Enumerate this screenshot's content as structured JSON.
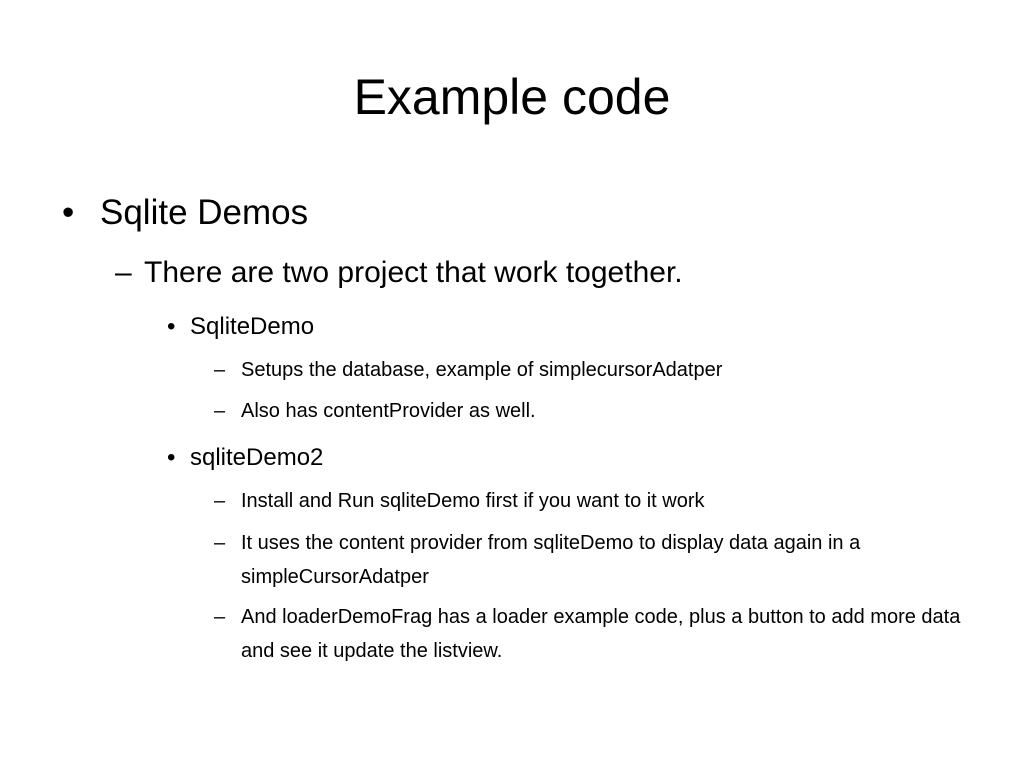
{
  "slide": {
    "title": "Example code",
    "items": [
      {
        "level": 1,
        "bullet": "•",
        "text": "Sqlite Demos"
      },
      {
        "level": 2,
        "bullet": "–",
        "text": "There are two project that work together."
      },
      {
        "level": 3,
        "bullet": "•",
        "text": "SqliteDemo"
      },
      {
        "level": 4,
        "bullet": "–",
        "text": "Setups the database, example of simplecursorAdatper"
      },
      {
        "level": 4,
        "bullet": "–",
        "text": "Also has contentProvider as well."
      },
      {
        "level": 3,
        "bullet": "•",
        "text": "sqliteDemo2"
      },
      {
        "level": 4,
        "bullet": "–",
        "text": "Install and Run sqliteDemo first if you want to it work"
      },
      {
        "level": 4,
        "bullet": "–",
        "text": "It uses the content provider from sqliteDemo to display data again in a simpleCursorAdatper"
      },
      {
        "level": 4,
        "bullet": "–",
        "text": "And loaderDemoFrag has a loader example code, plus a button to add more data and see it update the listview."
      }
    ]
  }
}
